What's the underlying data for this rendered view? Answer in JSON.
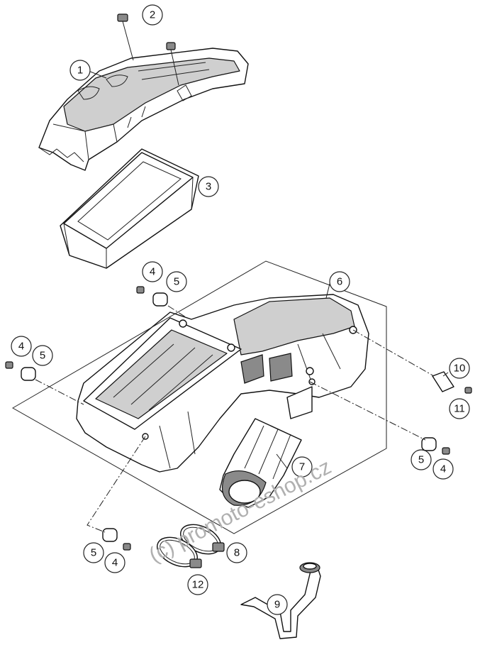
{
  "callouts": [
    {
      "label": "1"
    },
    {
      "label": "2"
    },
    {
      "label": "3"
    },
    {
      "label": "4"
    },
    {
      "label": "5"
    },
    {
      "label": "6"
    },
    {
      "label": "4"
    },
    {
      "label": "5"
    },
    {
      "label": "10"
    },
    {
      "label": "11"
    },
    {
      "label": "7"
    },
    {
      "label": "5"
    },
    {
      "label": "4"
    },
    {
      "label": "5"
    },
    {
      "label": "4"
    },
    {
      "label": "8"
    },
    {
      "label": "12"
    },
    {
      "label": "9"
    }
  ],
  "watermark": "(c) promoto-eshop.cz"
}
